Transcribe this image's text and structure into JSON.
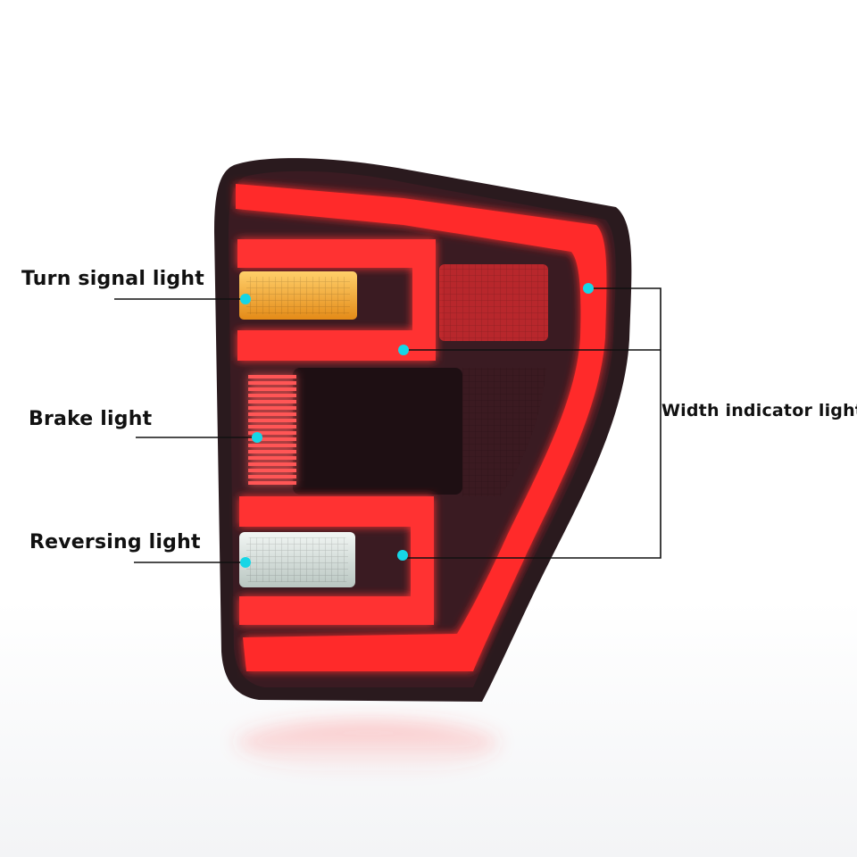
{
  "labels": {
    "turn_signal": "Turn signal light",
    "brake": "Brake light",
    "reversing": "Reversing light",
    "width_indicator": "Width indicator light"
  },
  "colors": {
    "marker": "#16d6e6",
    "leader_line": "#111111",
    "lamp_red": "#ff2a2a",
    "housing": "#2a1a1e",
    "amber": "#f7a12a",
    "reverse_white": "#dfe7e4"
  }
}
